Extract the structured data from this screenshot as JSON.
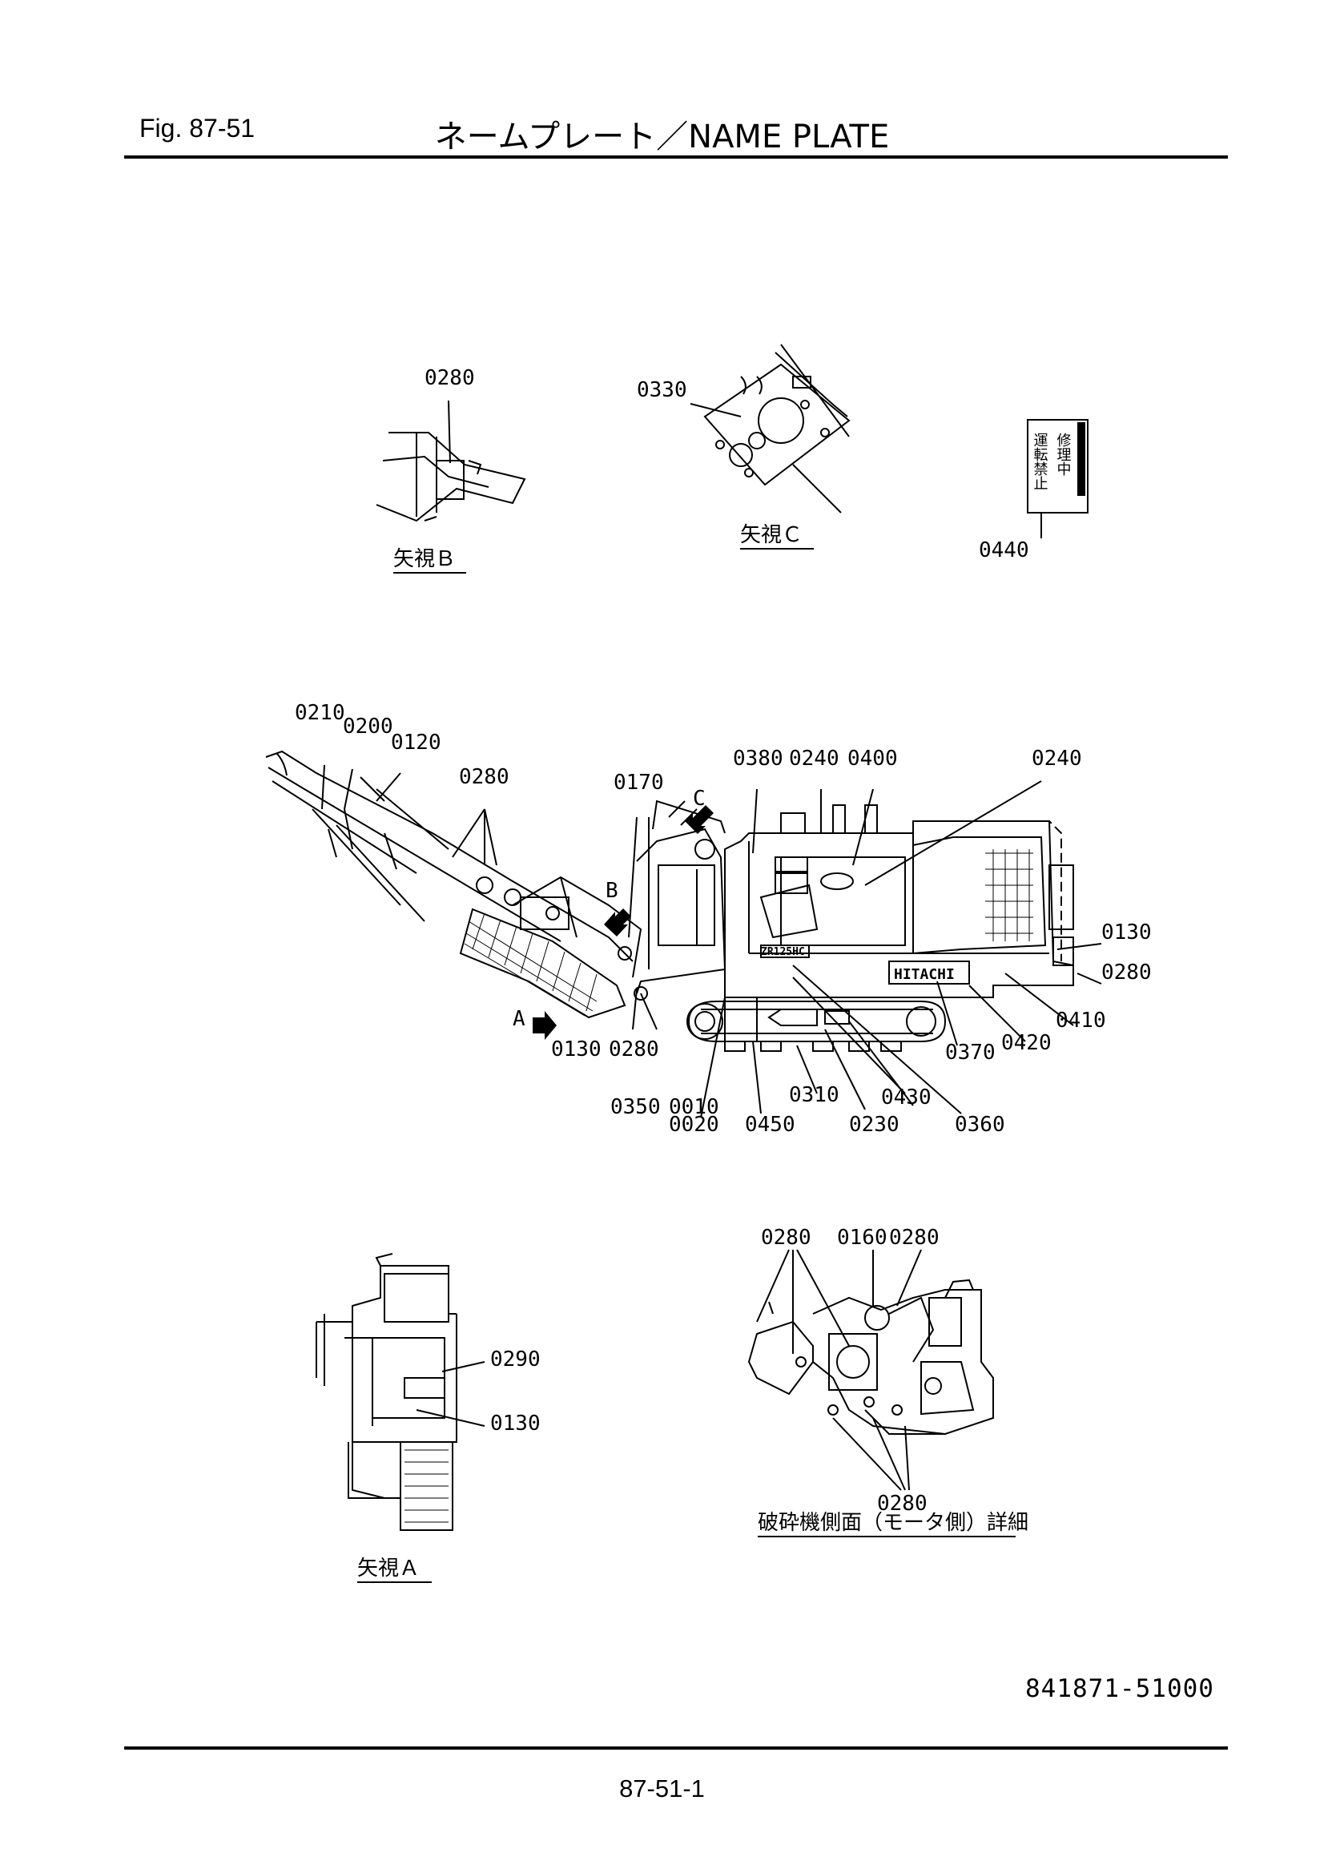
{
  "header": {
    "figure": "Fig.  87-51",
    "title": "ネームプレート／NAME PLATE"
  },
  "footer": {
    "doc_number": "841871-51000",
    "page_number": "87-51-1"
  },
  "views": {
    "view_b": "矢視Ｂ",
    "view_c": "矢視Ｃ",
    "view_a": "矢視Ａ",
    "crusher_detail": "破砕機側面（モータ側）詳細"
  },
  "arrows": {
    "a": "A",
    "b": "B",
    "c": "C"
  },
  "tag_0440": {
    "col_right": "修理中",
    "col_left": "運転禁止"
  },
  "machine": {
    "brand": "HITACHI",
    "model": "ZR125HC"
  },
  "callouts": {
    "b_0280": "0280",
    "c_0330": "0330",
    "t_0440": "0440",
    "m_0210": "0210",
    "m_0200": "0200",
    "m_0120": "0120",
    "m_0280a": "0280",
    "m_0170": "0170",
    "m_0380": "0380",
    "m_0240a": "0240",
    "m_0400": "0400",
    "m_0240b": "0240",
    "m_0130a": "0130",
    "m_0280b": "0280",
    "m_0410": "0410",
    "m_0420": "0420",
    "m_0370": "0370",
    "m_0130b": "0130",
    "m_0280c": "0280",
    "m_0350": "0350",
    "m_0010": "0010",
    "m_0020": "0020",
    "m_0450": "0450",
    "m_0310": "0310",
    "m_0430": "0430",
    "m_0230": "0230",
    "m_0360": "0360",
    "a_0290": "0290",
    "a_0130": "0130",
    "d_0280a": "0280",
    "d_0160": "0160",
    "d_0280b": "0280",
    "d_0280c": "0280"
  }
}
